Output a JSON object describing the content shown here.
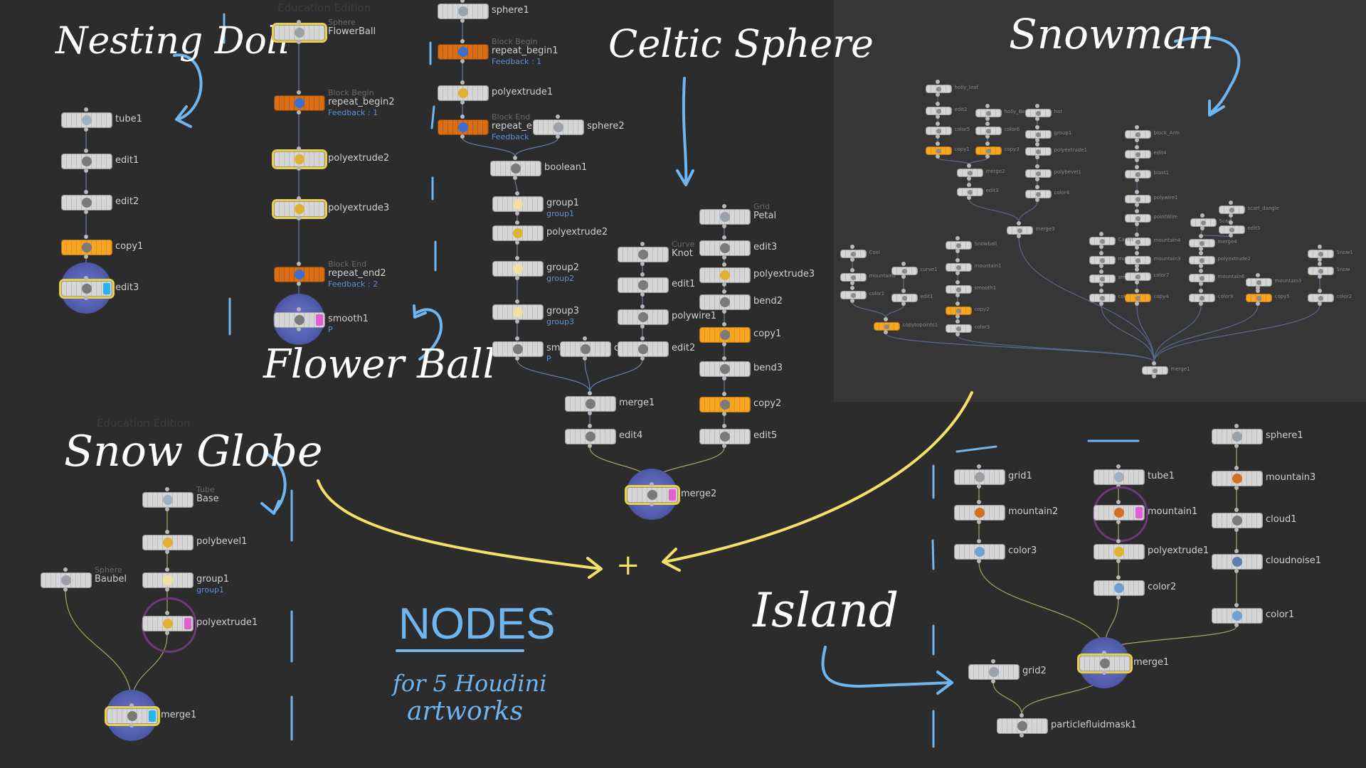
{
  "watermarks": [
    "Education Edition",
    "Education Edition"
  ],
  "titles": {
    "nesting_doll": "Nesting Doll",
    "flower_ball": "Flower Ball",
    "celtic_sphere": "Celtic Sphere",
    "snowman": "Snowman",
    "snow_globe": "Snow Globe",
    "island": "Island",
    "nodes": "NODES",
    "subtitle_1": "for 5 Houdini",
    "subtitle_2": "artworks",
    "plus": "+"
  },
  "colors": {
    "background": "#2c2c2c",
    "panel": "#363636",
    "arrow_blue": "#6fb6f0",
    "arrow_yellow": "#f3e06a",
    "node_orange": "#f6a623",
    "block": "#c47a22",
    "param_blue": "#5d8fd8"
  },
  "nodes": {
    "nd_tube1": "tube1",
    "nd_edit1": "edit1",
    "nd_edit2": "edit2",
    "nd_copy1": "copy1",
    "nd_edit3": "edit3",
    "fb_sphere_type": "Sphere",
    "fb_sphere": "FlowerBall",
    "fb_block_begin_type": "Block Begin",
    "fb_repeat_begin2": "repeat_begin2",
    "fb_feedback1": "Feedback : 1",
    "fb_polyextrude2": "polyextrude2",
    "fb_polyextrude3": "polyextrude3",
    "fb_block_end_type": "Block End",
    "fb_repeat_end2": "repeat_end2",
    "fb_feedback2": "Feedback : 2",
    "fb_smooth1": "smooth1",
    "fb_smooth1_p": "P",
    "cs_sphere1": "sphere1",
    "cs_block_begin_type": "Block Begin",
    "cs_repeat_begin1": "repeat_begin1",
    "cs_feedback1": "Feedback : 1",
    "cs_polyextrude1": "polyextrude1",
    "cs_block_end_type": "Block End",
    "cs_repeat_end1": "repeat_end1",
    "cs_feedback": "Feedback",
    "cs_sphere2": "sphere2",
    "cs_boolean1": "boolean1",
    "cs_group1": "group1",
    "cs_group1_p": "group1",
    "cs_polyextrude2": "polyextrude2",
    "cs_group2": "group2",
    "cs_group2_p": "group2",
    "cs_group3": "group3",
    "cs_group3_p": "group3",
    "cs_smooth": "smooth",
    "cs_smooth_p": "P",
    "cs_circle": "circle",
    "cs_curve_type": "Curve",
    "cs_knot": "Knot",
    "cs_edit1": "edit1",
    "cs_polywire1": "polywire1",
    "cs_edit2": "edit2",
    "cs_merge1": "merge1",
    "cs_edit4": "edit4",
    "cs_grid_type": "Grid",
    "cs_petal": "Petal",
    "cs_edit3": "edit3",
    "cs_polyextrude3": "polyextrude3",
    "cs_bend2": "bend2",
    "cs_copy1": "copy1",
    "cs_bend3": "bend3",
    "cs_copy2": "copy2",
    "cs_edit5": "edit5",
    "cs_merge2": "merge2",
    "sg_tube_type": "Tube",
    "sg_base": "Base",
    "sg_polybevel1": "polybevel1",
    "sg_group1": "group1",
    "sg_group1_p": "group1",
    "sg_polyextrude1": "polyextrude1",
    "sg_sphere_type": "Sphere",
    "sg_baubel": "Baubel",
    "sg_merge1": "merge1",
    "is_grid1": "grid1",
    "is_mountain2": "mountain2",
    "is_color3": "color3",
    "is_tube1": "tube1",
    "is_mountain1": "mountain1",
    "is_polyextrude1": "polyextrude1",
    "is_color2": "color2",
    "is_sphere1": "sphere1",
    "is_mountain3": "mountain3",
    "is_cloud1": "cloud1",
    "is_cloudnoise1": "cloudnoise1",
    "is_color1": "color1",
    "is_merge1": "merge1",
    "is_grid2": "grid2",
    "is_particlefluidmask1": "particlefluidmask1",
    "sm_holly_leaf": "holly_leaf",
    "sm_edit2": "edit2",
    "sm_color5": "color5",
    "sm_copy1": "copy1",
    "sm_holly_berry": "holly_Berry",
    "sm_hat": "hat",
    "sm_color6": "color6",
    "sm_group1": "group1",
    "sm_copy3": "copy3",
    "sm_polyextrude1": "polyextrude1",
    "sm_merge2": "merge2",
    "sm_polybevel1": "polybevel1",
    "sm_edit3": "edit3",
    "sm_color4": "color4",
    "sm_merge3": "merge3",
    "sm_block_arm": "block_Arm",
    "sm_edit4": "edit4",
    "sm_blast1": "blast1",
    "sm_polywire1": "polywire1",
    "sm_pointwire": "pointWire",
    "sm_scarf": "Scarf",
    "sm_scarf_dangle": "scarf_dangle",
    "sm_edit5": "edit5",
    "sm_coal": "Coal",
    "sm_curve1": "curve1",
    "sm_snowball": "Snowball",
    "sm_carrot": "Carrot",
    "sm_mountain3": "mountain3",
    "sm_mountain4": "mountain4",
    "sm_merge4": "merge4",
    "sm_snow1": "Snow1",
    "sm_mountain1": "mountain1",
    "sm_mountain2": "mountain2",
    "sm_polyextrude2": "polyextrude2",
    "sm_mountain6": "mountain6",
    "sm_mountain5": "mountain5",
    "sm_smooth1": "smooth1",
    "sm_smooth2": "smooth2",
    "sm_color7": "color7",
    "sm_mountain_b": "mountain3",
    "sm_snow": "Snow",
    "sm_color1": "color1",
    "sm_edit1": "edit1",
    "sm_copy2": "copy2",
    "sm_color3": "color3",
    "sm_copy4": "copy4",
    "sm_color8": "color8",
    "sm_copy5": "copy5",
    "sm_color9": "color9",
    "sm_copytopoints": "copytopoints1",
    "sm_color2": "color2",
    "sm_merge1": "merge1"
  }
}
